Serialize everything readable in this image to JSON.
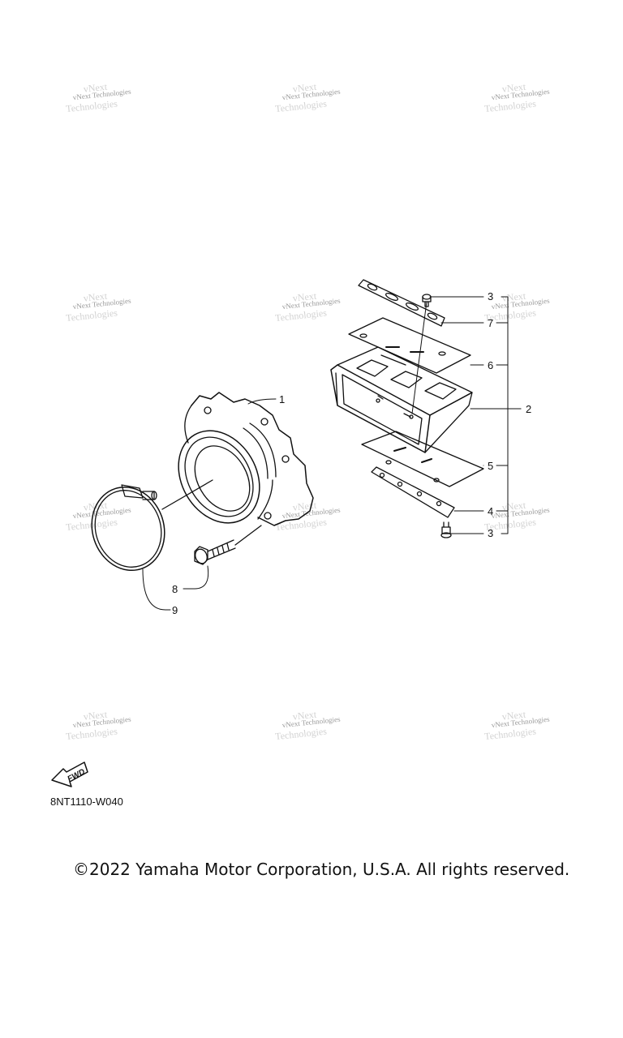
{
  "watermark": {
    "text": "vNext Technologies"
  },
  "callouts": {
    "c1": "1",
    "c2": "2",
    "c3a": "3",
    "c3b": "3",
    "c4": "4",
    "c5": "5",
    "c6": "6",
    "c7": "7",
    "c8": "8",
    "c9": "9"
  },
  "fwd_badge": "FWD",
  "diagram_code": "8NT1110-W040",
  "copyright": "©2022 Yamaha Motor Corporation, U.S.A. All rights reserved.",
  "colors": {
    "line": "#111111",
    "watermark": "#9a9a9a",
    "background": "#ffffff"
  }
}
